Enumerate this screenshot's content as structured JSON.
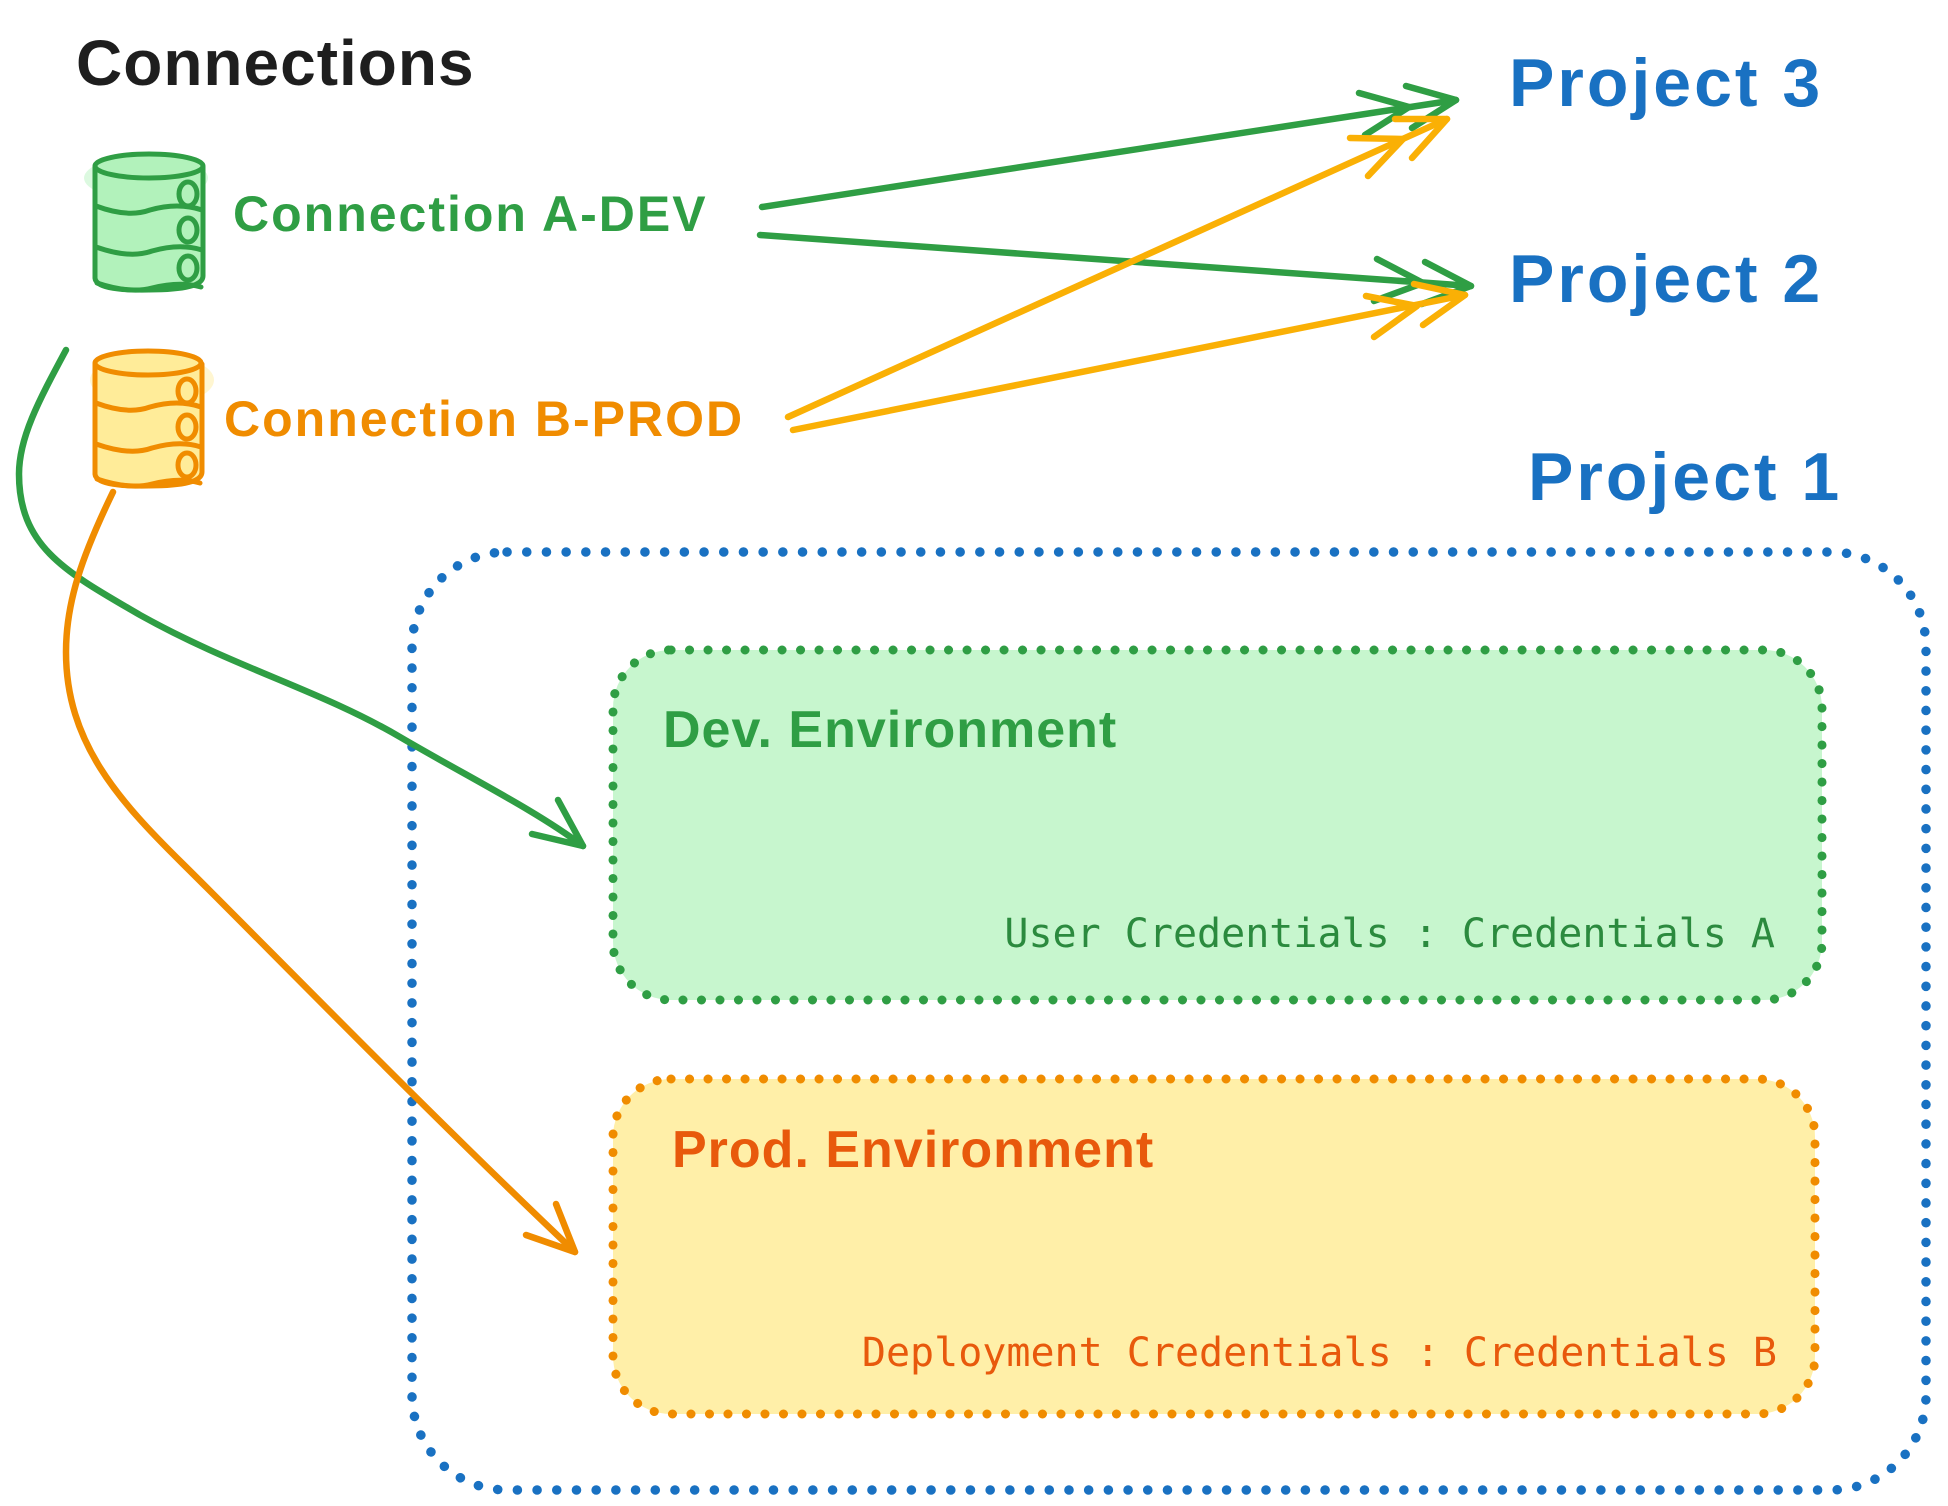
{
  "title": "Connections",
  "colors": {
    "ink": "#1e1e1e",
    "paper": "#ffffff",
    "green": "#2f9e44",
    "greenDeep": "#2b8a3e",
    "greenFill": "#b2f2bb",
    "orange": "#f08c00",
    "orangeDeep": "#e8590c",
    "orangeFill": "#ffec99",
    "orangeArrow": "#fab005",
    "blue": "#1971c2"
  },
  "connections": [
    {
      "label": "Connection A-DEV",
      "color": "green",
      "icon": "database-icon"
    },
    {
      "label": "Connection B-PROD",
      "color": "orange",
      "icon": "database-icon"
    }
  ],
  "projects": [
    {
      "label": "Project 3"
    },
    {
      "label": "Project 2"
    },
    {
      "label": "Project 1"
    }
  ],
  "project1": {
    "dev_environment": {
      "label": "Dev. Environment",
      "credentials": "User Credentials : Credentials A"
    },
    "prod_environment": {
      "label": "Prod. Environment",
      "credentials": "Deployment Credentials : Credentials B"
    }
  },
  "edges": [
    {
      "from": "Connection A-DEV",
      "to": "Project 3",
      "color": "green"
    },
    {
      "from": "Connection A-DEV",
      "to": "Project 2",
      "color": "green"
    },
    {
      "from": "Connection A-DEV",
      "to": "Dev. Environment",
      "color": "green"
    },
    {
      "from": "Connection B-PROD",
      "to": "Project 3",
      "color": "orange"
    },
    {
      "from": "Connection B-PROD",
      "to": "Project 2",
      "color": "orange"
    },
    {
      "from": "Connection B-PROD",
      "to": "Prod. Environment",
      "color": "orange"
    }
  ]
}
